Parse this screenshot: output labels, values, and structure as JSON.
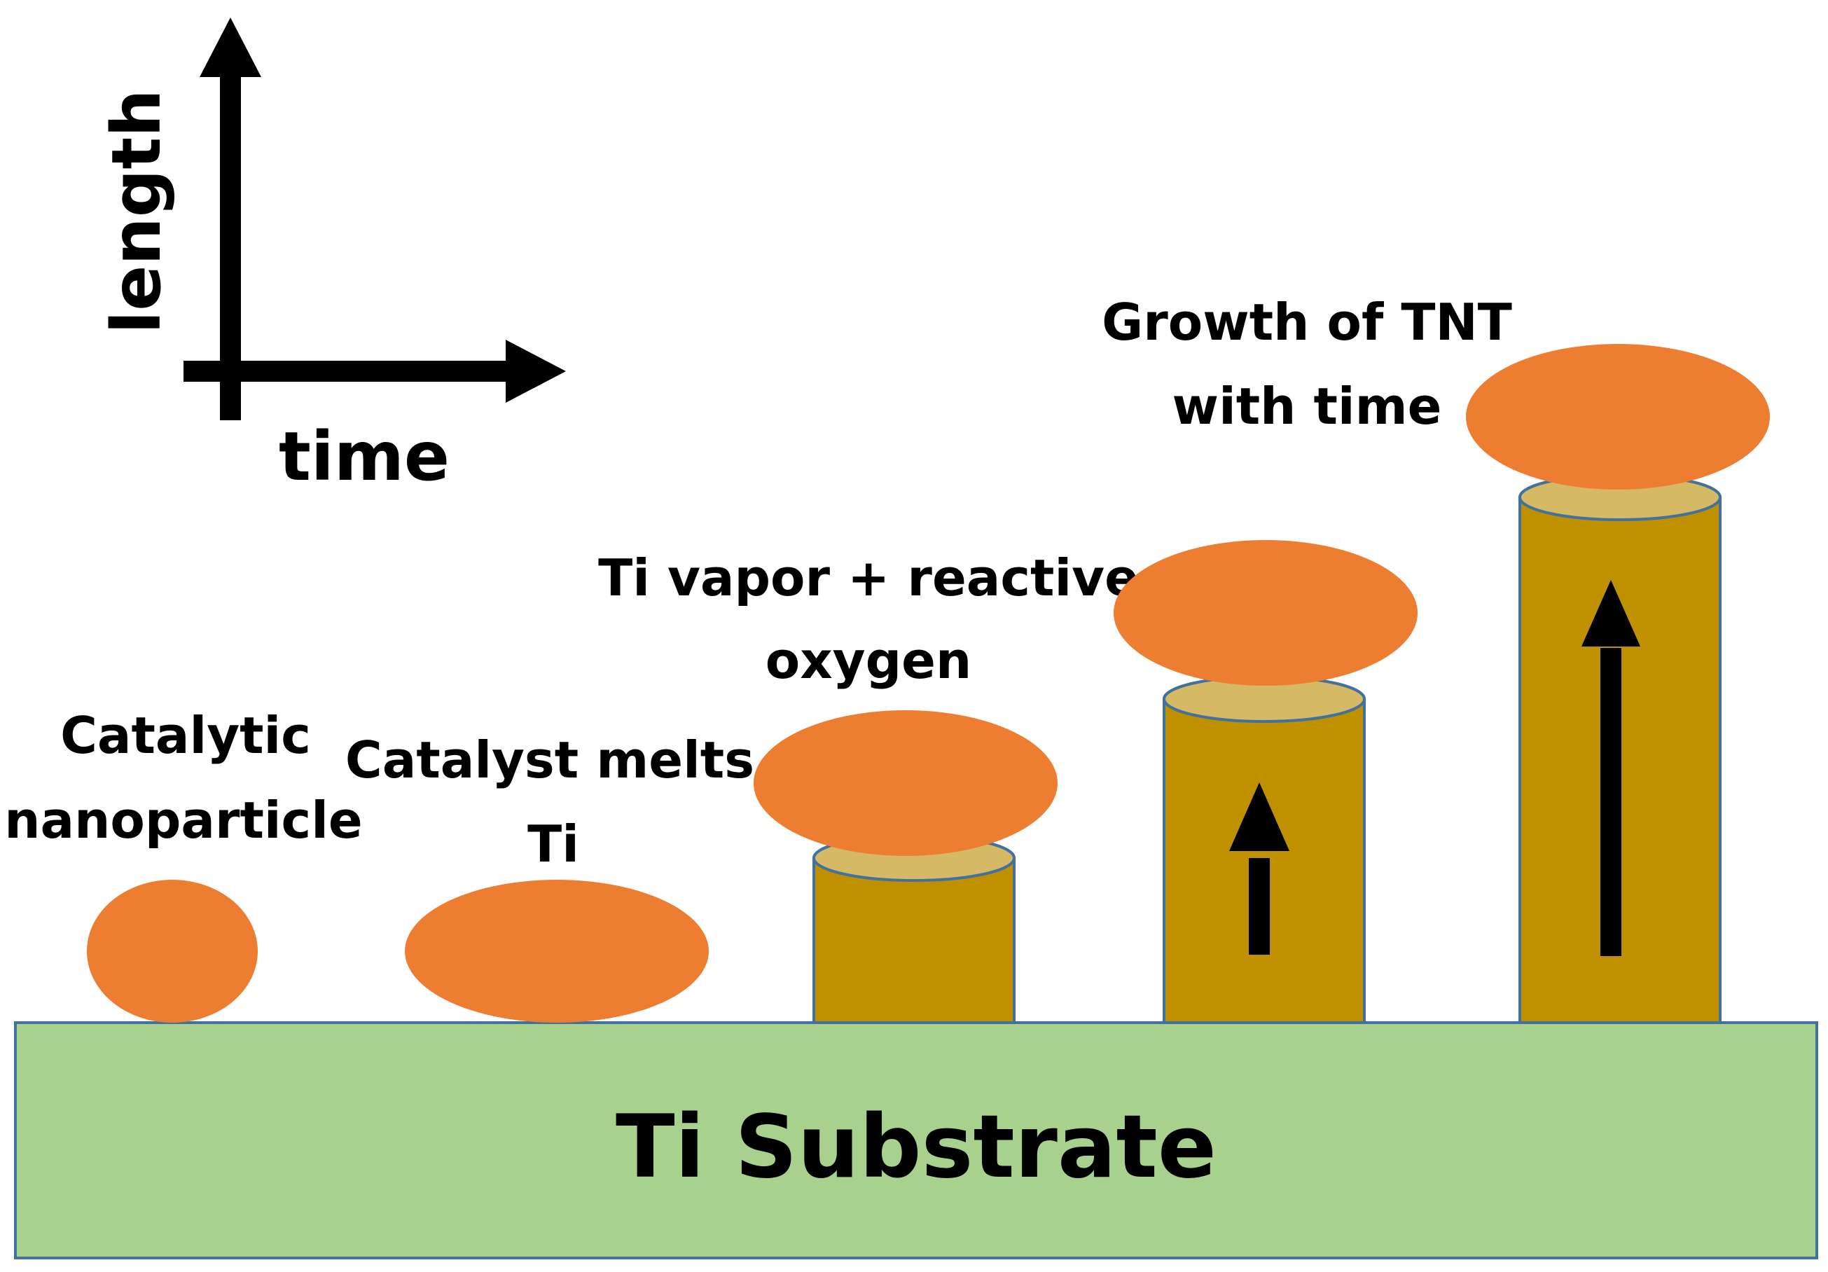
{
  "axes": {
    "y_label": "length",
    "x_label": "time"
  },
  "substrate": {
    "label": "Ti Substrate"
  },
  "stages": [
    {
      "label_lines": [
        "Catalytic",
        "nanoparticle"
      ]
    },
    {
      "label_lines": [
        "Catalyst melts",
        "Ti"
      ]
    },
    {
      "label_lines": [
        "Ti vapor + reactive",
        "oxygen"
      ]
    },
    {
      "label_lines": []
    },
    {
      "label_lines": [
        "Growth of TNT",
        "with time"
      ]
    }
  ],
  "colors": {
    "substrate_fill": "#a9d18e",
    "substrate_stroke": "#41719c",
    "catalyst": "#ed7d31",
    "tube_body": "#bf9000",
    "tube_top": "#d6b965",
    "tube_stroke": "#41719c",
    "arrow": "#000000"
  }
}
